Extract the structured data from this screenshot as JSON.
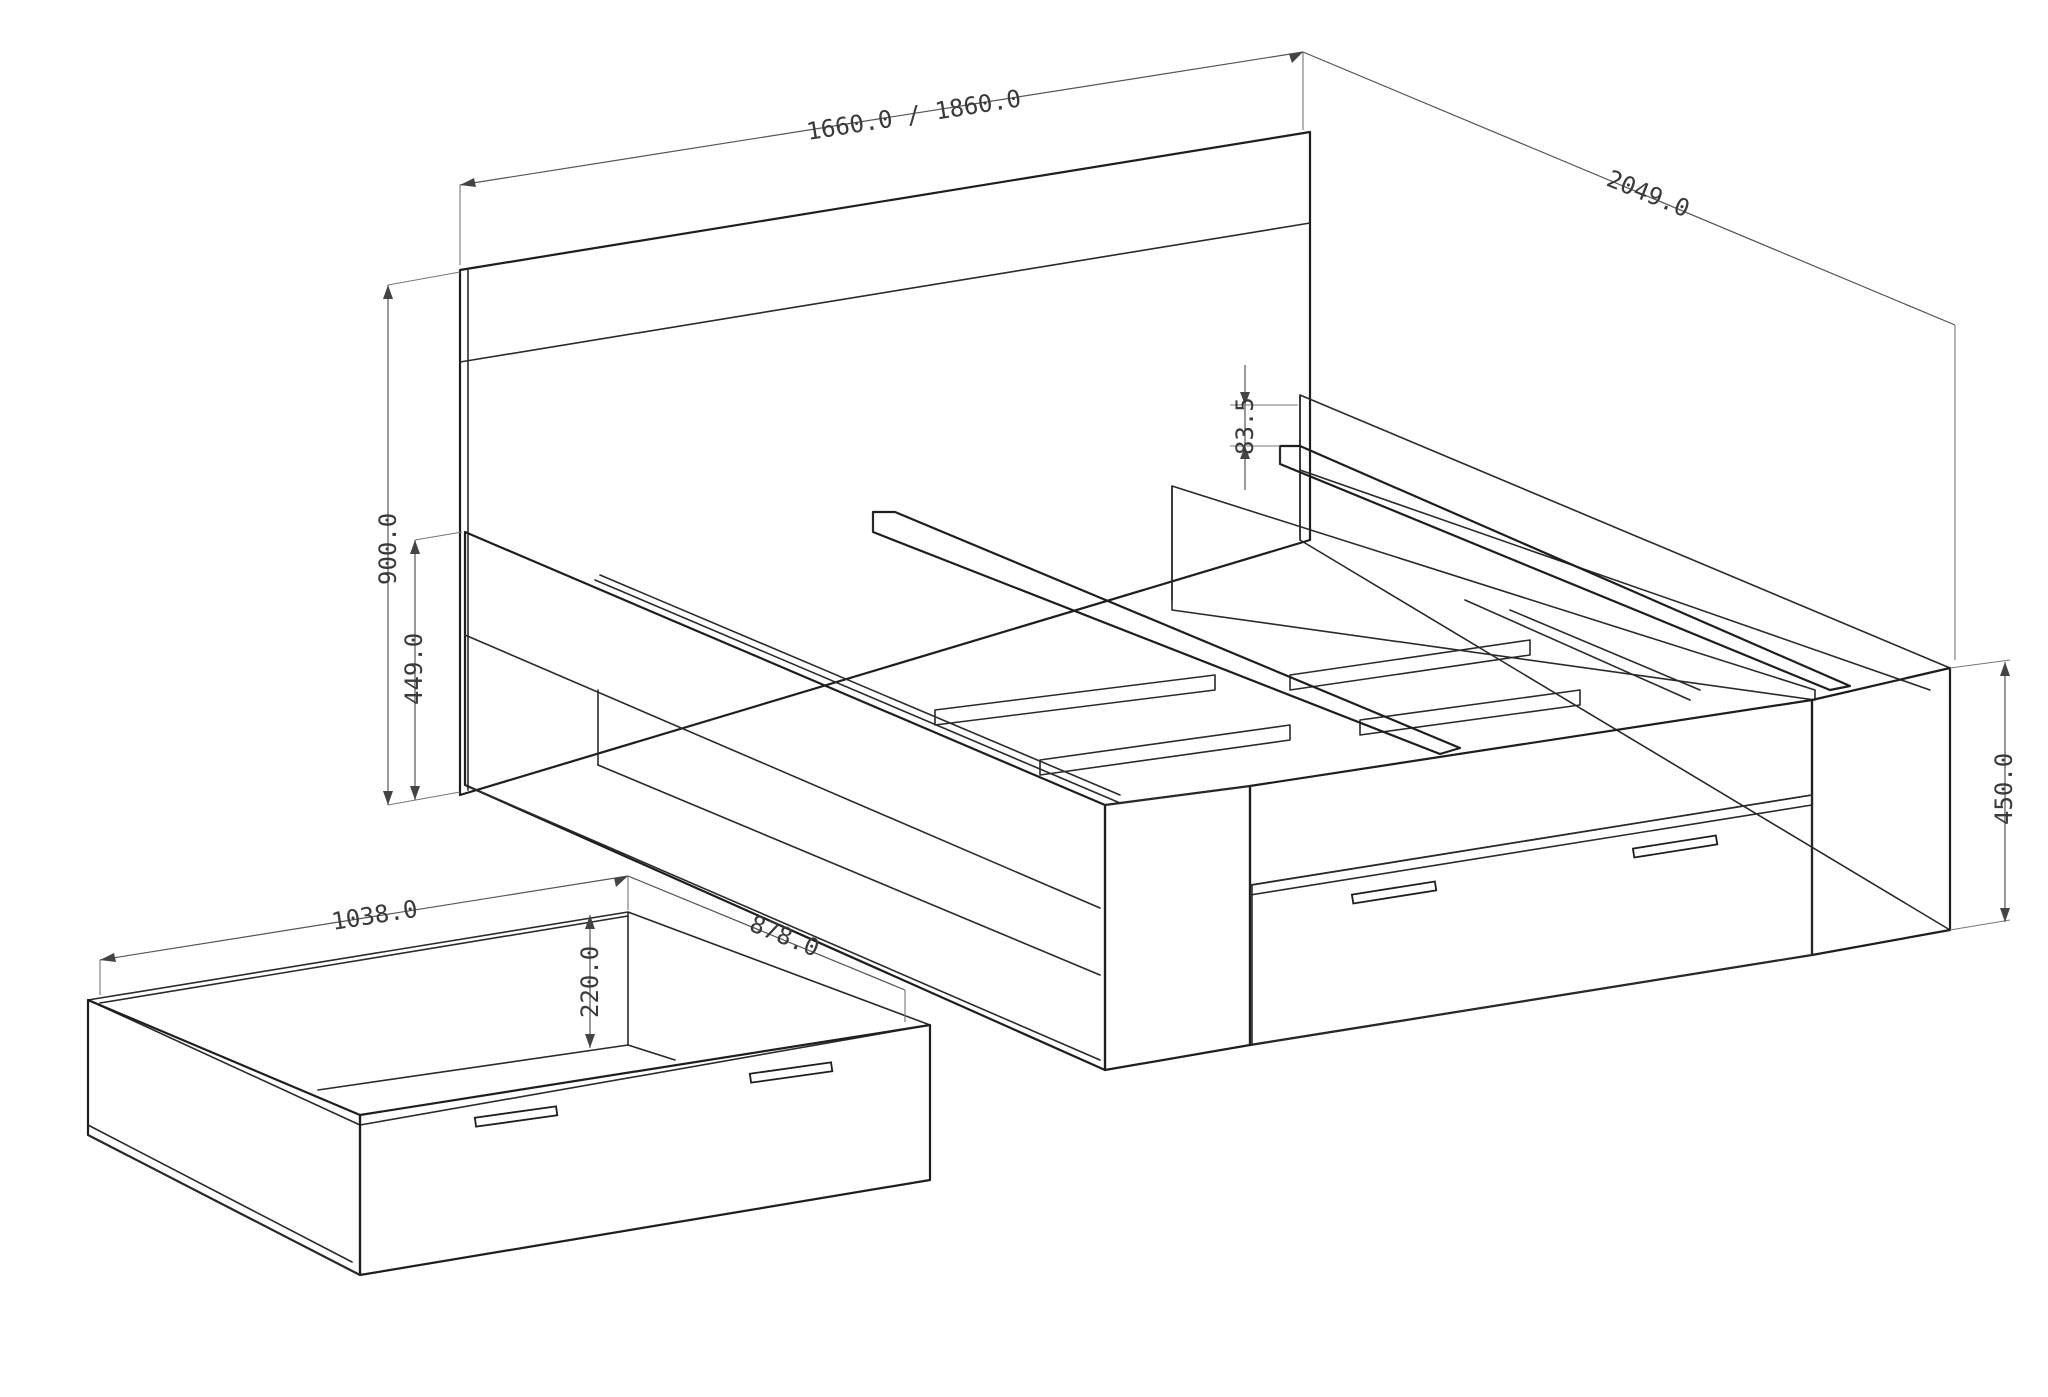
{
  "drawing": {
    "subject": "bed with storage drawer",
    "line_color": "#2a2a2a",
    "background": "#ffffff"
  },
  "dimensions": {
    "bed_width": "1660.0 / 1860.0",
    "bed_length": "2049.0",
    "headboard_height": "900.0",
    "footboard_height": "449.0",
    "side_rail_height": "450.0",
    "slat_thickness": "83.5",
    "drawer_length": "1038.0",
    "drawer_width": "878.0",
    "drawer_height": "220.0"
  }
}
